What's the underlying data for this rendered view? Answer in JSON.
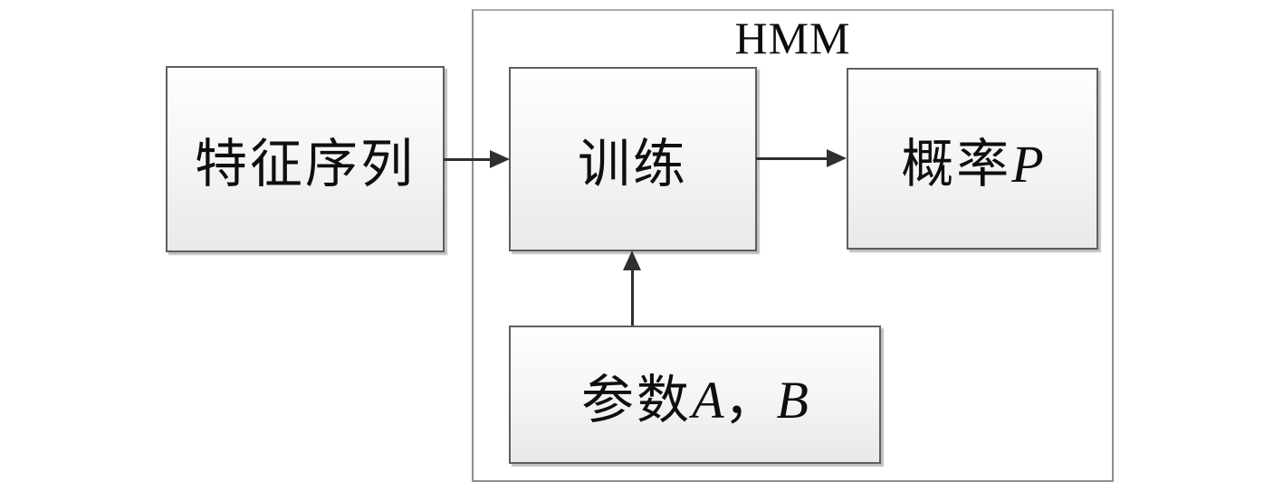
{
  "title": "HMM",
  "nodes": {
    "feature_sequence": {
      "label": "特征序列"
    },
    "training": {
      "label": "训练"
    },
    "probability": {
      "text": "概率",
      "var": "P"
    },
    "parameters": {
      "text": "参数",
      "var_a": "A",
      "separator": "，",
      "var_b": "B"
    }
  },
  "edges": [
    {
      "from": "feature_sequence",
      "to": "training",
      "direction": "right"
    },
    {
      "from": "training",
      "to": "probability",
      "direction": "right"
    },
    {
      "from": "parameters",
      "to": "training",
      "direction": "up"
    }
  ],
  "colors": {
    "background": "#ffffff",
    "box_border": "#5e5e5e",
    "box_fill_top": "#fefefe",
    "box_fill_bottom": "#e9e9e9",
    "box_shadow": "#bdbdbd",
    "container_border": "#8f8f8f",
    "arrow": "#2f2f2f",
    "text": "#0e0e0e"
  }
}
